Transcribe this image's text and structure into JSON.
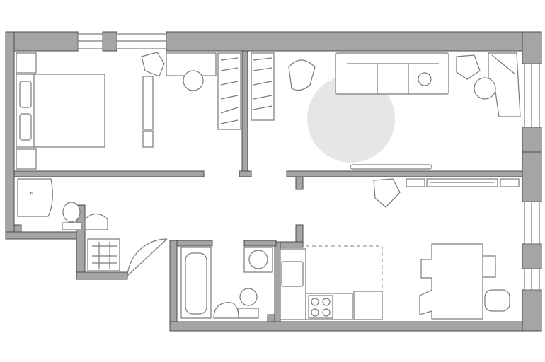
{
  "plan": {
    "rooms": [
      "bedroom",
      "living-room",
      "bathroom-1",
      "bathroom-2",
      "kitchen-dining",
      "hallway"
    ],
    "colors": {
      "wall": "#a5a5a5",
      "wall_outline": "#4a4a4a",
      "furniture": "#7a7a7a",
      "rug": "#e6e6e6"
    }
  }
}
